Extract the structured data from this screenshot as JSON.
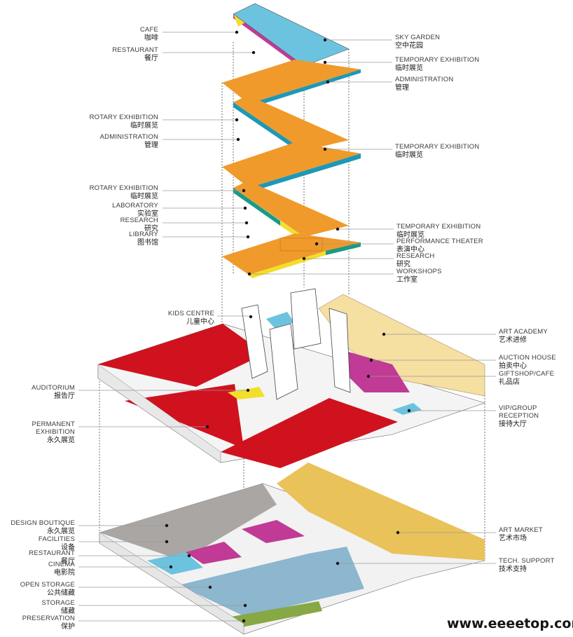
{
  "colors": {
    "orange": "#f09a2b",
    "sky_blue": "#6cc3e0",
    "teal": "#1e98b6",
    "magenta": "#c03a96",
    "yellow": "#f2de2c",
    "green_teal": "#1a9a86",
    "red": "#d0121f",
    "cream": "#f5dfa1",
    "mustard": "#e9c25a",
    "grey": "#a9a6a3",
    "steel_blue": "#8db6cf",
    "olive_green": "#87a845",
    "white_structure": "#ffffff"
  },
  "labels_left": [
    {
      "en": "CAFE",
      "cn": "咖啡"
    },
    {
      "en": "RESTAURANT",
      "cn": "餐厅"
    },
    {
      "en": "ROTARY EXHIBITION",
      "cn": "临时展览"
    },
    {
      "en": "ADMINISTRATION",
      "cn": "管理"
    },
    {
      "en": "ROTARY EXHIBITION",
      "cn": "临时展览"
    },
    {
      "en": "LABORATORY",
      "cn": "实验室"
    },
    {
      "en": "RESEARCH",
      "cn": "研究"
    },
    {
      "en": "LIBRARY",
      "cn": "图书馆"
    },
    {
      "en": "KIDS CENTRE",
      "cn": "儿童中心"
    },
    {
      "en": "AUDITORIUM",
      "cn": "报告厅"
    },
    {
      "en": "PERMANENT",
      "en2": "EXHIBITION",
      "cn": "永久展览"
    },
    {
      "en": "DESIGN BOUTIQUE",
      "cn": "永久展览"
    },
    {
      "en": "FACILITIES",
      "cn": "设备"
    },
    {
      "en": "RESTAURANT",
      "cn": "餐厅"
    },
    {
      "en": "CINEMA",
      "cn": "电影院"
    },
    {
      "en": "OPEN STORAGE",
      "cn": "公共储藏"
    },
    {
      "en": "STORAGE",
      "cn": "储藏"
    },
    {
      "en": "PRESERVATION",
      "cn": "保护"
    }
  ],
  "labels_right": [
    {
      "en": "SKY GARDEN",
      "cn": "空中花园"
    },
    {
      "en": "TEMPORARY EXHIBITION",
      "cn": "临时展览"
    },
    {
      "en": "ADMINISTRATION",
      "cn": "管理"
    },
    {
      "en": "TEMPORARY EXHIBITION",
      "cn": "临时展览"
    },
    {
      "en": "TEMPORARY EXHIBITION",
      "cn": "临时展览"
    },
    {
      "en": "PERFORMANCE THEATER",
      "cn": "表演中心"
    },
    {
      "en": "RESEARCH",
      "cn": "研究"
    },
    {
      "en": "WORKSHOPS",
      "cn": "工作室"
    },
    {
      "en": "ART ACADEMY",
      "cn": "艺术进修"
    },
    {
      "en": "AUCTION HOUSE",
      "cn": "拍卖中心"
    },
    {
      "en": "GIFTSHOP/CAFE",
      "cn": "礼品店"
    },
    {
      "en": "VIP/GROUP",
      "en2": "RECEPTION",
      "cn": "接待大厅"
    },
    {
      "en": "ART MARKET",
      "cn": "艺术市场"
    },
    {
      "en": "TECH. SUPPORT",
      "cn": "技术支持"
    }
  ],
  "watermark": "www.eeeetop.com"
}
